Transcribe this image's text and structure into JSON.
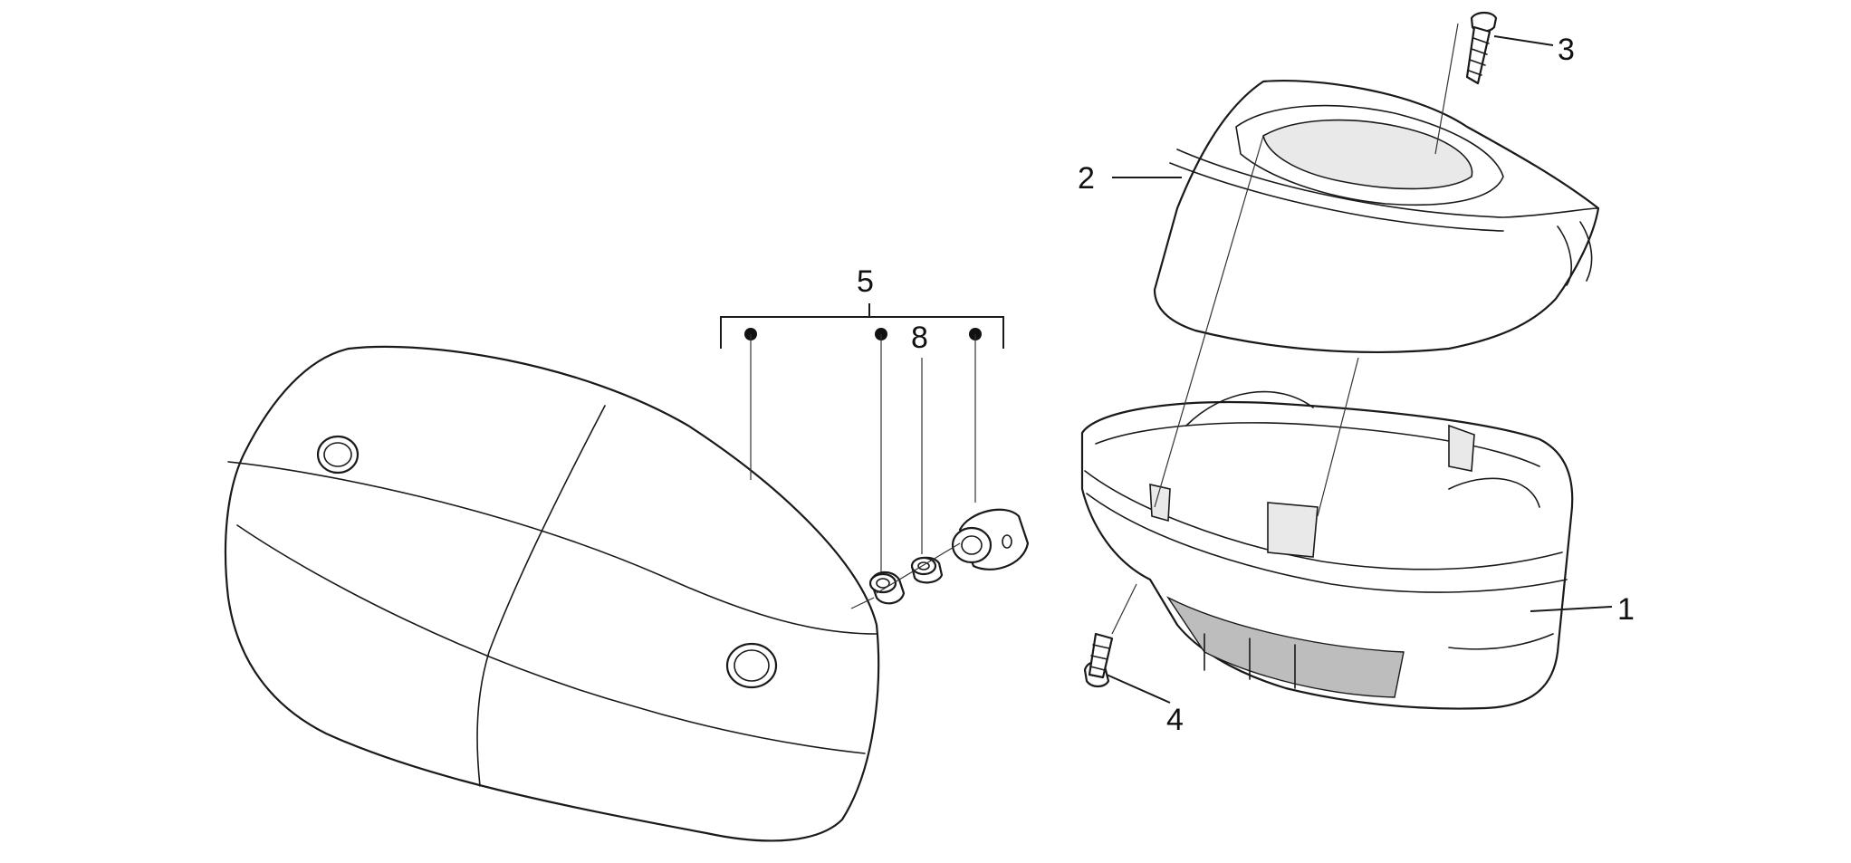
{
  "callouts": [
    {
      "id": "1",
      "label": "1"
    },
    {
      "id": "2",
      "label": "2"
    },
    {
      "id": "3",
      "label": "3"
    },
    {
      "id": "4",
      "label": "4"
    },
    {
      "id": "5",
      "label": "5"
    },
    {
      "id": "8",
      "label": "8"
    }
  ],
  "labels": {
    "c1": "1",
    "c2": "2",
    "c3": "3",
    "c4": "4",
    "c5": "5",
    "c8": "8"
  }
}
